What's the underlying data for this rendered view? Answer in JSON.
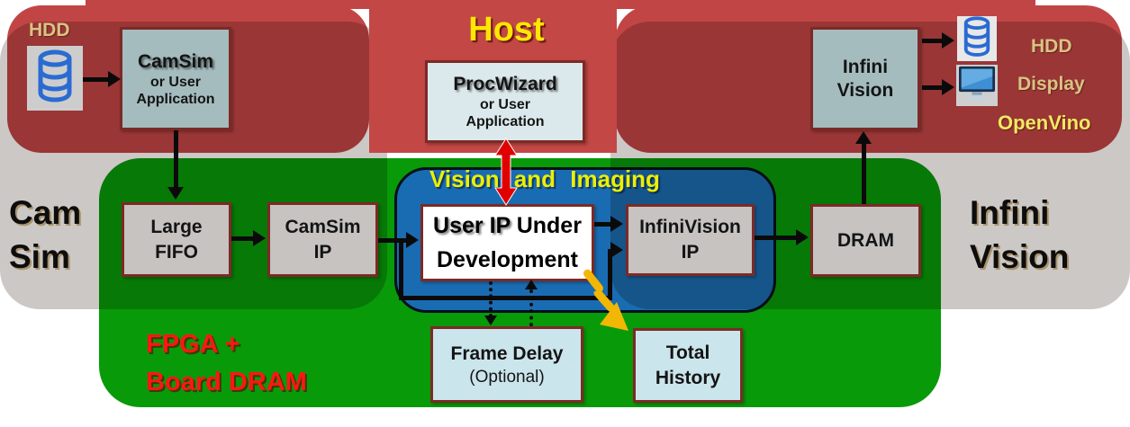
{
  "colors": {
    "host_red": "#C34745",
    "dark_red_overlap": "#9A3635",
    "green": "#089A08",
    "blue": "#1A6CB2",
    "gray_band": "#CBC8C6",
    "box_border": "#7C2A26",
    "title_yellow": "#FFE603",
    "vision_yellow": "#ECEF00",
    "tan": "#D9C383",
    "fpga_red": "#FF1613",
    "gold": "#F2B705"
  },
  "icons": {
    "hdd_left": "database-icon",
    "hdd_right": "database-icon",
    "display": "monitor-icon"
  },
  "host": {
    "title": "Host",
    "hdd_label": "HDD",
    "camsim_box": {
      "line1": "CamSim",
      "line2": "or User",
      "line3": "Application"
    },
    "procwizard_box": {
      "line1": "ProcWizard",
      "line2": "or User",
      "line3": "Application"
    },
    "infinivision_box": {
      "line1": "Infini",
      "line2": "Vision"
    },
    "hdd_right_label": "HDD",
    "display_label": "Display",
    "openvino_label": "OpenVino"
  },
  "camsim_region": {
    "line1": "Cam",
    "line2": "Sim"
  },
  "infinivision_region": {
    "line1": "Infini",
    "line2": "Vision"
  },
  "fpga_region": {
    "line1": "FPGA +",
    "line2": "Board DRAM"
  },
  "vision_region": {
    "title": "Vision and Imaging"
  },
  "fpga_boxes": {
    "large_fifo": {
      "line1": "Large",
      "line2": "FIFO"
    },
    "camsim_ip": {
      "line1": "CamSim",
      "line2": "IP"
    },
    "user_ip": {
      "bold": "User IP",
      "regular": " Under",
      "line2": "Development"
    },
    "infinivision_ip": {
      "line1": "InfiniVision",
      "line2": "IP"
    },
    "dram": {
      "label": "DRAM"
    },
    "frame_delay": {
      "line1": "Frame Delay",
      "line2": "(Optional)"
    },
    "total_history": {
      "line1": "Total",
      "line2": "History"
    }
  }
}
